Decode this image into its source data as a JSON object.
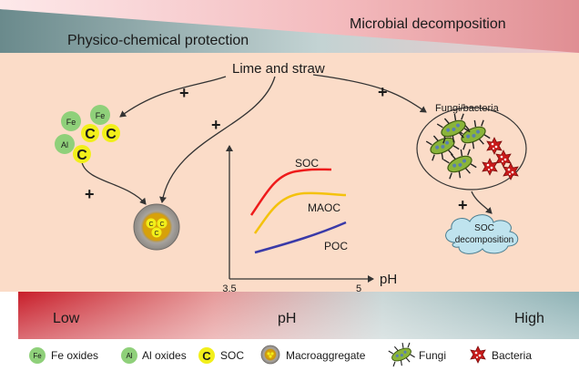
{
  "banner": {
    "left": "Physico-chemical protection",
    "right": "Microbial decomposition",
    "color_dark": "#6a8a8c",
    "color_pink": "#e79ea2"
  },
  "source": "Lime and straw",
  "plus": "+",
  "microbes": {
    "title": "Fungi/bacteria",
    "outcome": "SOC decomposition"
  },
  "mineral": {
    "fe": "Fe",
    "al": "Al",
    "c": "C"
  },
  "chart": {
    "series": [
      {
        "name": "SOC",
        "color": "#ee1b1b"
      },
      {
        "name": "MAOC",
        "color": "#f4c20d"
      },
      {
        "name": "POC",
        "color": "#3a3aa8"
      }
    ],
    "x_ticks": [
      "3.5",
      "5"
    ],
    "x_label": "pH"
  },
  "ph_bar": {
    "low": "Low",
    "mid": "pH",
    "high": "High"
  },
  "legend": [
    {
      "icon": "fe-icon",
      "glyph": "Fe",
      "label": "Fe oxides"
    },
    {
      "icon": "al-icon",
      "glyph": "Al",
      "label": "Al oxides"
    },
    {
      "icon": "soc-icon",
      "glyph": "C",
      "label": "SOC"
    },
    {
      "icon": "macroaggregate-icon",
      "glyph": "",
      "label": "Macroaggregate"
    },
    {
      "icon": "fungi-icon",
      "glyph": "",
      "label": "Fungi"
    },
    {
      "icon": "bacteria-icon",
      "glyph": "",
      "label": "Bacteria"
    }
  ],
  "colors": {
    "panel": "#fbdcc8",
    "fe_green": "#8fd07a",
    "soc_yellow": "#f2ef1a",
    "cloud": "#bfe3ee"
  }
}
